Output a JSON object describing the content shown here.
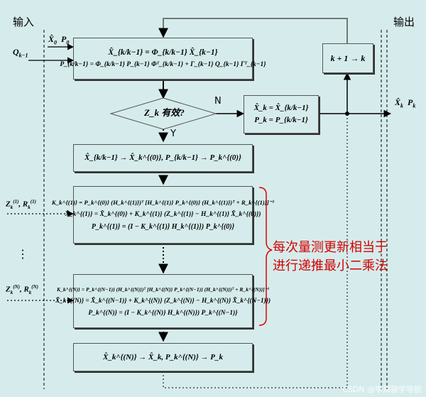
{
  "labels": {
    "input": "输入",
    "output": "输出",
    "q_input": "Q_{k-1}",
    "x0_p0": "X̂₀  P₀",
    "z1_r1": "Z_k^{(1)}, R_k^{(1)}",
    "dots": "⋮",
    "zn_rn": "Z_k^{(N)}, R_k^{(N)}",
    "xk_pk_out": "X̂_k  P_k",
    "no": "N",
    "yes": "Y"
  },
  "boxes": {
    "predict": {
      "line1": "X̂_{k/k−1} = Φ_{k/k−1} X̂_{k−1}",
      "line2": "P_{k/k−1} = Φ_{k/k−1} P_{k−1} Φᵀ_{k/k−1} + Γ_{k−1} Q_{k−1} Γᵀ_{k−1}"
    },
    "increment": {
      "text": "k + 1 → k"
    },
    "decision": {
      "text": "Z_k 有效?"
    },
    "no_update": {
      "line1": "X̂_k = X̂_{k/k−1}",
      "line2": "P_k = P_{k/k−1}"
    },
    "init": {
      "line1": "X̂_{k/k−1} → X̂_k^{(0)},   P_{k/k−1} → P_k^{(0)}"
    },
    "update1": {
      "line1": "K_k^{(1)} = P_k^{(0)} (H_k^{(1)})ᵀ [H_k^{(1)} P_k^{(0)} (H_k^{(1)})ᵀ + R_k^{(1)}]⁻¹",
      "line2": "X̂_k^{(1)} = X̂_k^{(0)} + K_k^{(1)} (Z_k^{(1)} − H_k^{(1)} X̂_k^{(0)})",
      "line3": "P_k^{(1)} = (I − K_k^{(1)} H_k^{(1)}) P_k^{(0)}"
    },
    "updateN": {
      "line1": "K_k^{(N)} = P_k^{(N−1)} (H_k^{(N)})ᵀ [H_k^{(N)} P_k^{(N−1)} (H_k^{(N)})ᵀ + R_k^{(N)}]⁻¹",
      "line2": "X̂_k^{(N)} = X̂_k^{(N−1)} + K_k^{(N)} (Z_k^{(N)} − H_k^{(N)} X̂_k^{(N−1)})",
      "line3": "P_k^{(N)} = (I − K_k^{(N)} H_k^{(N)}) P_k^{(N−1)}"
    },
    "final": {
      "line1": "X̂_k^{(N)} → X̂_k,   P_k^{(N)} → P_k"
    }
  },
  "note": {
    "line1": "每次量测更新相当于",
    "line2": "进行递推最小二乘法"
  },
  "watermark": "CSDN @李郑骁学导航",
  "colors": {
    "background": "#d6ecec",
    "note": "#d40000"
  }
}
